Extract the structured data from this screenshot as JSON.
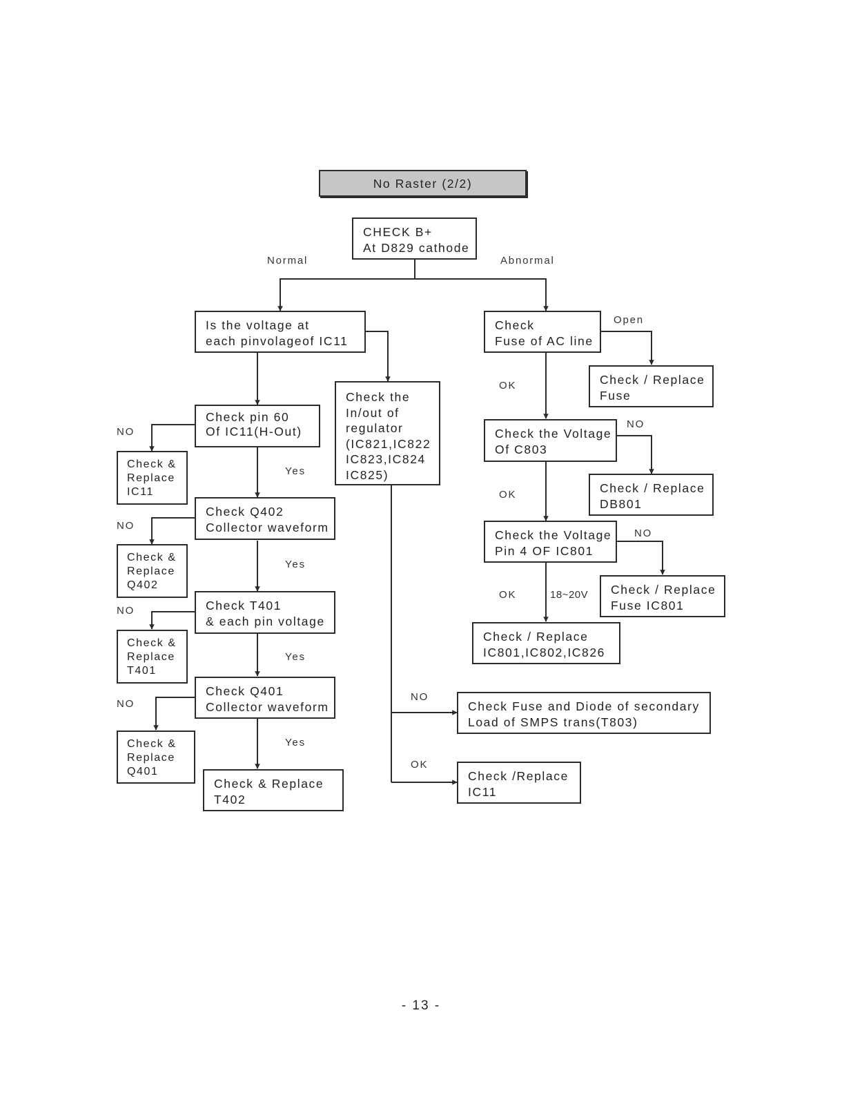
{
  "title": "No Raster  (2/2)",
  "nodes": {
    "checkB": [
      "CHECK B+",
      "At D829 cathode"
    ],
    "isVoltage": [
      "Is the voltage at",
      "each pinvolageof IC11"
    ],
    "checkFuseAC": [
      "Check",
      "Fuse of AC line"
    ],
    "replaceFuse": [
      "Check / Replace",
      "Fuse"
    ],
    "checkRegulator": [
      "Check the",
      "In/out of",
      "regulator",
      "(IC821,IC822",
      "IC823,IC824",
      "IC825)"
    ],
    "checkPin60": [
      "Check pin 60",
      "Of IC11(H-Out)"
    ],
    "replaceIC11a": [
      "Check &",
      "Replace",
      "IC11"
    ],
    "checkVoltageC803": [
      "Check the Voltage",
      "Of C803"
    ],
    "replaceDB801": [
      "Check / Replace",
      "DB801"
    ],
    "checkQ402": [
      "Check Q402",
      "Collector waveform"
    ],
    "replaceQ402": [
      "Check &",
      "Replace",
      "Q402"
    ],
    "checkVoltagePin4": [
      "Check the Voltage",
      "Pin 4 OF IC801"
    ],
    "replaceFuseIC801": [
      "Check / Replace",
      "Fuse IC801"
    ],
    "checkT401": [
      "Check T401",
      "& each pin voltage"
    ],
    "replaceT401": [
      "Check &",
      "Replace",
      "T401"
    ],
    "replaceIC801": [
      "Check / Replace",
      "IC801,IC802,IC826"
    ],
    "checkQ401": [
      "Check Q401",
      "Collector waveform"
    ],
    "replaceQ401": [
      "Check &",
      "Replace",
      "Q401"
    ],
    "checkFuseDiode": [
      "Check Fuse and Diode of secondary",
      "Load of SMPS trans(T803)"
    ],
    "replaceT402": [
      "Check & Replace",
      "T402"
    ],
    "replaceIC11b": [
      "Check /Replace",
      "IC11"
    ]
  },
  "labels": {
    "normal": "Normal",
    "abnormal": "Abnormal",
    "open": "Open",
    "ok1": "OK",
    "no_c803": "NO",
    "no_pin60": "NO",
    "yes1": "Yes",
    "ok2": "OK",
    "no_q402": "NO",
    "no_pin4": "NO",
    "yes2": "Yes",
    "ok3": "OK",
    "range": "18~20V",
    "no_t401": "NO",
    "yes3": "Yes",
    "no_q401": "NO",
    "no_reg": "NO",
    "yes4": "Yes",
    "ok_reg": "OK"
  },
  "page_number": "- 13 -"
}
